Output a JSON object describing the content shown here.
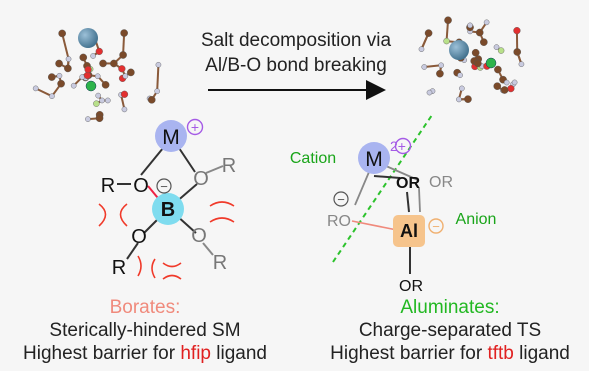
{
  "arrow_label": {
    "line1": "Salt decomposition via",
    "line2": "Al/B-O bond breaking"
  },
  "borate_scheme": {
    "metal": "M",
    "metal_charge": "+",
    "boron": "B",
    "boron_charge": "−",
    "substituent": "R",
    "oxygen": "O"
  },
  "aluminate_scheme": {
    "cation_label": "Cation",
    "anion_label": "Anion",
    "metal": "M",
    "metal_charge": "2+",
    "aluminum": "Al",
    "aluminum_charge": "−",
    "o_charge": "−",
    "ligand_or_top": "OR",
    "ligand_or_right": "OR",
    "ligand_or_bottom": "OR",
    "ligand_ro_left": "RO"
  },
  "captions": {
    "left_title": "Borates:",
    "left_line1": "Sterically-hindered SM",
    "left_line2_prefix": "Highest barrier for ",
    "left_line2_highlight": "hfip",
    "left_line2_suffix": " ligand",
    "right_title": "Aluminates:",
    "right_line1": "Charge-separated TS",
    "right_line2_prefix": "Highest barrier for ",
    "right_line2_highlight": "tftb",
    "right_line2_suffix": " ligand"
  },
  "colors": {
    "borate_title": "#f08a7c",
    "aluminate_title": "#22b822",
    "highlight_red": "#e02020",
    "metal_fill": "#a9b4f0",
    "boron_fill": "#7fdcef",
    "aluminum_fill": "#f6c48c",
    "charge_purple": "#a55be6",
    "green_text": "#1aa51a"
  }
}
